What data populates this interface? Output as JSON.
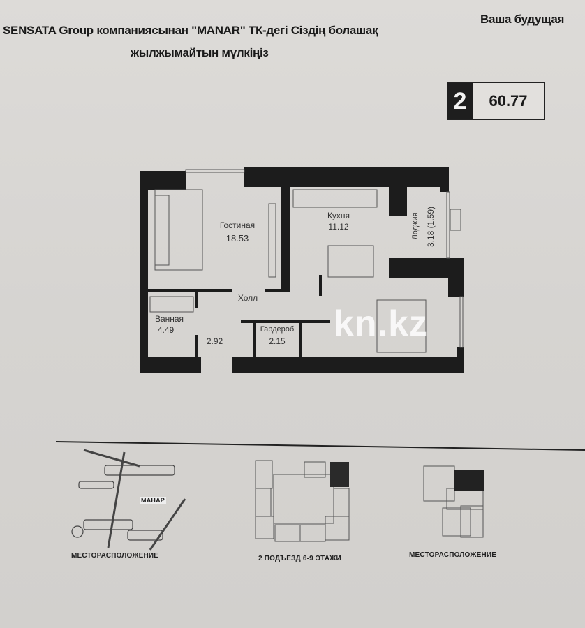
{
  "header": {
    "title_kz_line1": "SENSATA Group компаниясынан \"MANAR\" ТК-дегі Сіздің болашақ",
    "title_kz_line2": "жылжымайтын мүлкіңіз",
    "title_ru": "Ваша будущая"
  },
  "badge": {
    "rooms": "2",
    "area": "60.77"
  },
  "plan": {
    "rooms": [
      {
        "name": "Гостиная",
        "area": "18.53"
      },
      {
        "name": "Кухня",
        "area": "11.12"
      },
      {
        "name": "Лоджия",
        "area": "3.18 (1.59)"
      },
      {
        "name": "Холл",
        "area": "2.92"
      },
      {
        "name": "Ванная",
        "area": "4.49"
      },
      {
        "name": "Гардероб",
        "area": "2.15"
      }
    ]
  },
  "watermark": "kn.kz",
  "bottom": {
    "map_caption": "МЕСТОРАСПОЛОЖЕНИЕ",
    "map_label": "МАНАР",
    "entrance_caption": "2 ПОДЪЕЗД 6-9 ЭТАЖИ",
    "section_caption": "МЕСТОРАСПОЛОЖЕНИЕ"
  }
}
